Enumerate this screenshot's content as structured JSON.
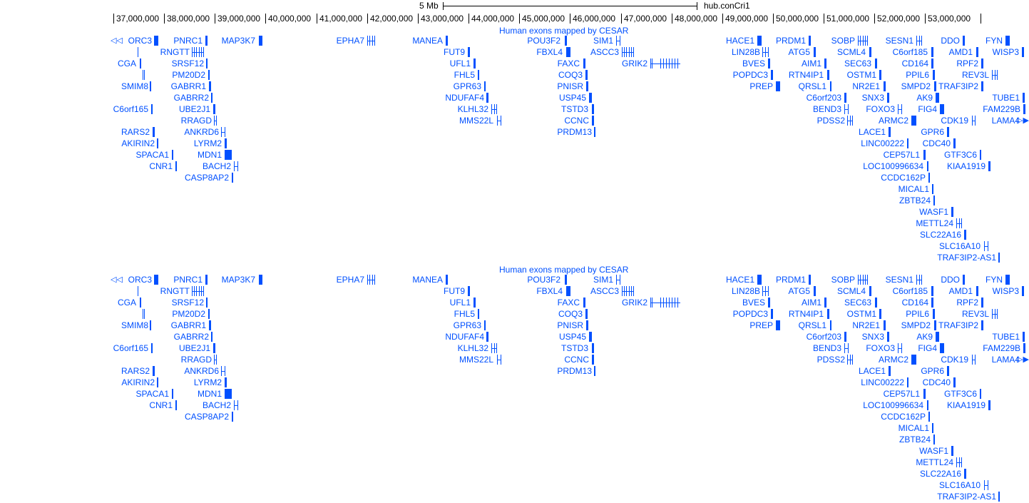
{
  "scale": {
    "label": "5 Mb",
    "assembly": "hub.conCri1"
  },
  "ruler": {
    "ticks": [
      "37,000,000",
      "38,000,000",
      "39,000,000",
      "40,000,000",
      "41,000,000",
      "42,000,000",
      "43,000,000",
      "44,000,000",
      "45,000,000",
      "46,000,000",
      "47,000,000",
      "48,000,000",
      "49,000,000",
      "50,000,000",
      "51,000,000",
      "52,000,000",
      "53,000,000"
    ]
  },
  "tracks": [
    {
      "title": "Human exons mapped by CESAR"
    },
    {
      "title": "Human exons mapped by CESAR"
    }
  ],
  "genes": [
    "ORC3",
    "PNRC1",
    "MAP3K7",
    "EPHA7",
    "MANEA",
    "POU3F2",
    "SIM1",
    "HACE1",
    "PRDM1",
    "SOBP",
    "SESN1",
    "DDO",
    "FYN",
    "RNGTT",
    "FUT9",
    "FBXL4",
    "ASCC3",
    "LIN28B",
    "ATG5",
    "SCML4",
    "C6orf185",
    "AMD1",
    "WISP3",
    "CGA",
    "SRSF12",
    "UFL1",
    "FAXC",
    "GRIK2",
    "BVES",
    "AIM1",
    "SEC63",
    "CD164",
    "RPF2",
    "PM20D2",
    "FHL5",
    "COQ3",
    "POPDC3",
    "RTN4IP1",
    "OSTM1",
    "PPIL6",
    "REV3L",
    "SMIM8",
    "GABRR1",
    "GPR63",
    "PNISR",
    "PREP",
    "QRSL1",
    "NR2E1",
    "SMPD2",
    "TRAF3IP2",
    "GABRR2",
    "NDUFAF4",
    "USP45",
    "C6orf203",
    "SNX3",
    "AK9",
    "TUBE1",
    "C6orf165",
    "UBE2J1",
    "KLHL32",
    "TSTD3",
    "BEND3",
    "FOXO3",
    "FIG4",
    "FAM229B",
    "RRAGD",
    "MMS22L",
    "CCNC",
    "PDSS2",
    "ARMC2",
    "CDK19",
    "LAMA4",
    "RARS2",
    "ANKRD6",
    "PRDM13",
    "LACE1",
    "GPR6",
    "AKIRIN2",
    "LYRM2",
    "LINC00222",
    "CDC40",
    "SPACA1",
    "MDN1",
    "CEP57L1",
    "GTF3C6",
    "CNR1",
    "BACH2",
    "LOC100996634",
    "KIAA1919",
    "CASP8AP2",
    "CCDC162P",
    "MICAL1",
    "ZBTB24",
    "WASF1",
    "METTL24",
    "SLC22A16",
    "SLC16A10",
    "TRAF3IP2-AS1"
  ],
  "colors": {
    "gene": "#0050ff",
    "text": "#000000",
    "background": "#ffffff"
  }
}
